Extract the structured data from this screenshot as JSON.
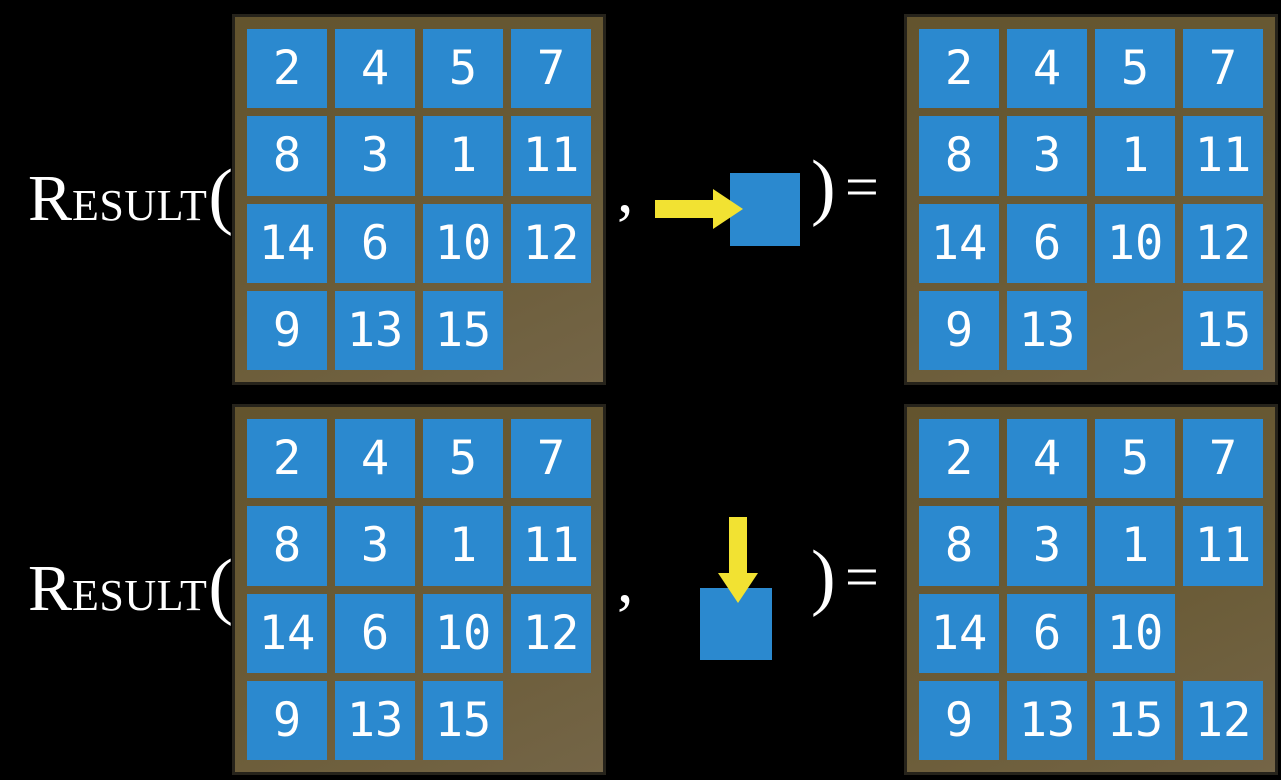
{
  "colors": {
    "background": "#000000",
    "board_frame": "#6a5b36",
    "board_frame_dark": "#63542e",
    "board_frame_light": "#746547",
    "board_edge": "#26231b",
    "tile_blue": "#2b89cf",
    "tile_text": "#ffffff",
    "arrow_yellow": "#f2e232",
    "label_text": "#ffffff"
  },
  "function": {
    "name_initial": "R",
    "name_rest": "ESULT",
    "open_paren": "(",
    "comma": ",",
    "close_paren": ")",
    "equals": "="
  },
  "examples": [
    {
      "arrow": "right",
      "before": [
        [
          2,
          4,
          5,
          7
        ],
        [
          8,
          3,
          1,
          11
        ],
        [
          14,
          6,
          10,
          12
        ],
        [
          9,
          13,
          15,
          null
        ]
      ],
      "after": [
        [
          2,
          4,
          5,
          7
        ],
        [
          8,
          3,
          1,
          11
        ],
        [
          14,
          6,
          10,
          12
        ],
        [
          9,
          13,
          null,
          15
        ]
      ]
    },
    {
      "arrow": "down",
      "before": [
        [
          2,
          4,
          5,
          7
        ],
        [
          8,
          3,
          1,
          11
        ],
        [
          14,
          6,
          10,
          12
        ],
        [
          9,
          13,
          15,
          null
        ]
      ],
      "after": [
        [
          2,
          4,
          5,
          7
        ],
        [
          8,
          3,
          1,
          11
        ],
        [
          14,
          6,
          10,
          null
        ],
        [
          9,
          13,
          15,
          12
        ]
      ]
    }
  ]
}
